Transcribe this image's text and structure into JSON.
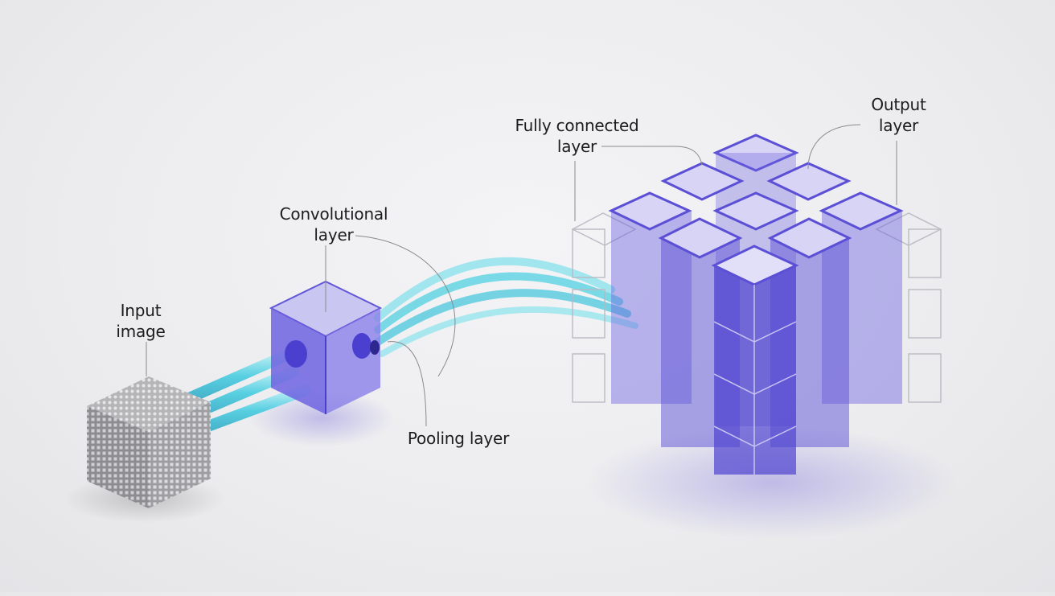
{
  "diagram": {
    "type": "cnn-architecture-3d-illustration",
    "colors": {
      "background": "#ececee",
      "accent_indigo": "#5b4fd6",
      "indigo_light": "#b9b3ee",
      "tube_cyan": "#46cfe0",
      "input_gray": "#9a9a9e",
      "leader_line": "#8a8a8e",
      "text": "#1c1c1f"
    },
    "labels": {
      "input": {
        "line1": "Input",
        "line2": "image"
      },
      "conv": {
        "line1": "Convolutional",
        "line2": "layer"
      },
      "pooling": {
        "line1": "Pooling layer"
      },
      "fc": {
        "line1": "Fully connected",
        "line2": "layer"
      },
      "output": {
        "line1": "Output",
        "line2": "layer"
      }
    },
    "nodes": [
      {
        "id": "input-image",
        "shape": "voxel-grid-cube",
        "color": "gray"
      },
      {
        "id": "convolutional-layer",
        "shape": "translucent-cube",
        "color": "indigo"
      },
      {
        "id": "pooling-layer",
        "shape": "tube-connector",
        "color": "indigo"
      },
      {
        "id": "fully-connected-layer",
        "shape": "stacked-cube-grid",
        "color": "indigo"
      },
      {
        "id": "output-layer",
        "shape": "clear-cube-outline",
        "color": "glass"
      }
    ],
    "edges": [
      {
        "from": "input-image",
        "to": "convolutional-layer",
        "style": "cyan-tubes",
        "count": 3
      },
      {
        "from": "convolutional-layer",
        "to": "fully-connected-layer",
        "style": "cyan-tubes",
        "count": 3
      }
    ]
  }
}
